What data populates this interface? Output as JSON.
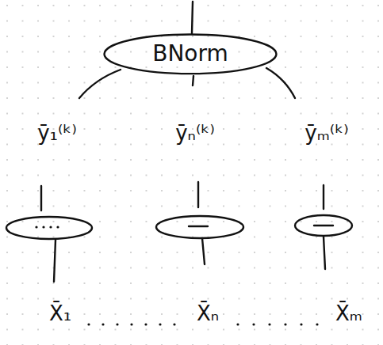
{
  "diagram": {
    "nodes": [
      {
        "text": [
          "BNorm"
        ]
      }
    ],
    "labels": [
      "ȳ₁⁽ᵏ⁾",
      "ȳₙ⁽ᵏ⁾",
      "ȳₘ⁽ᵏ⁾",
      "X̄₁",
      "X̄ₙ",
      "X̄ₘ"
    ]
  }
}
